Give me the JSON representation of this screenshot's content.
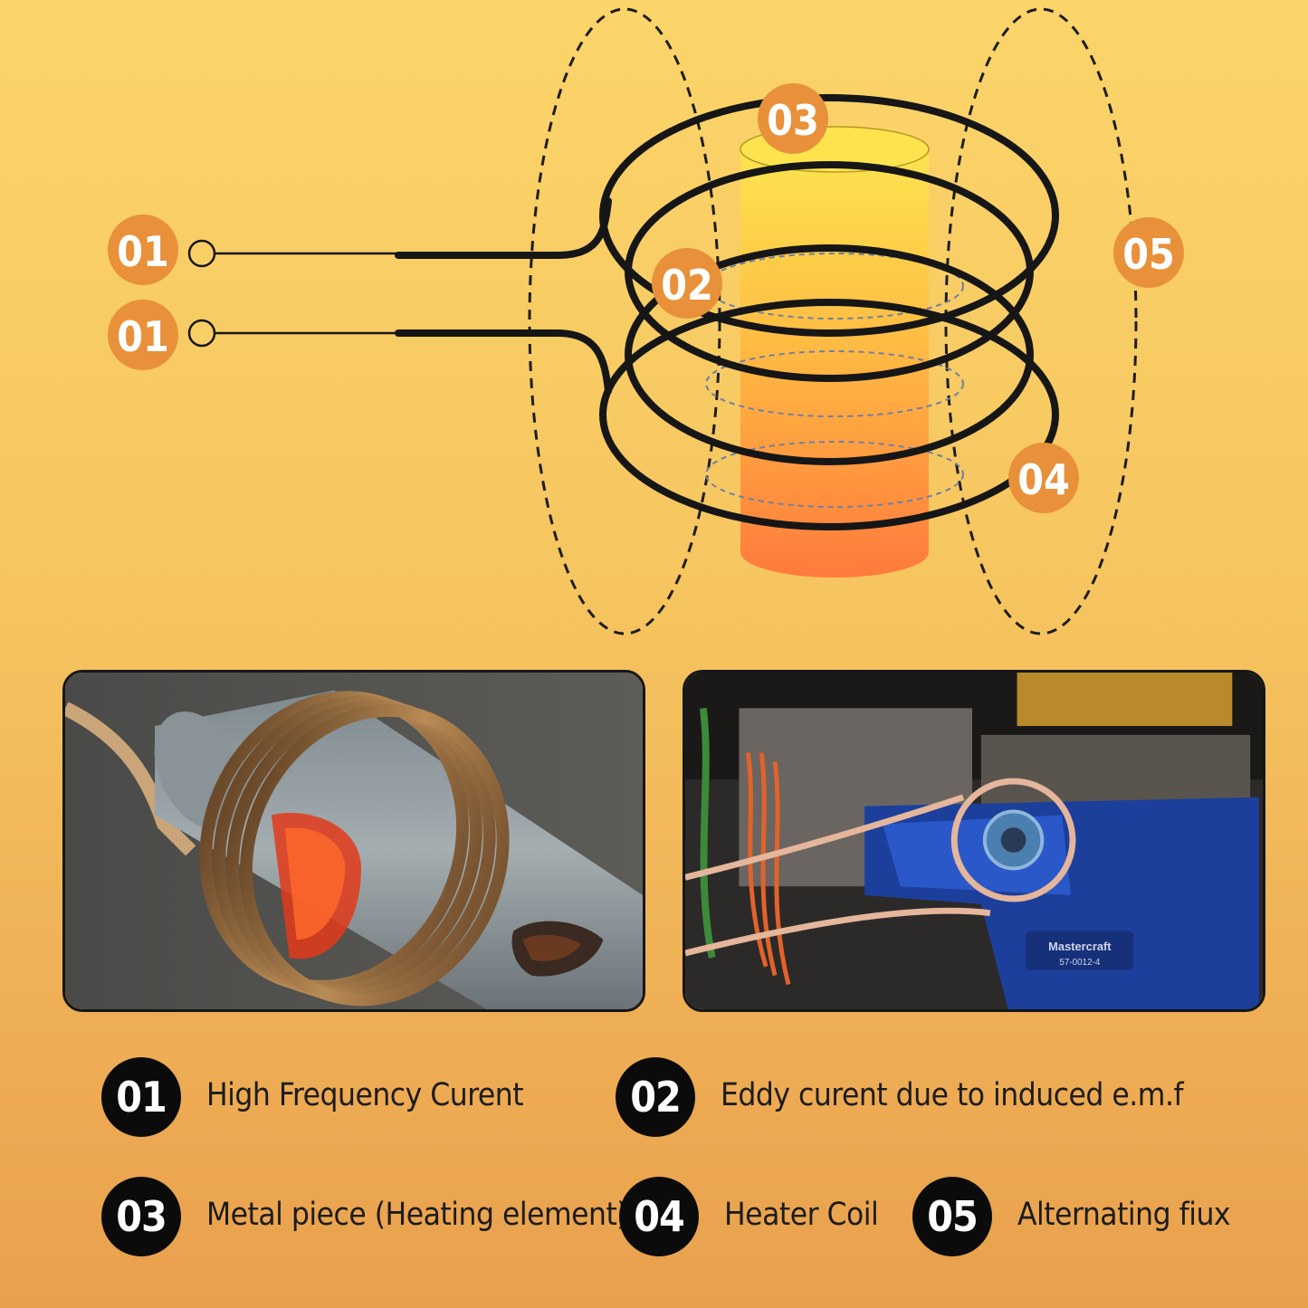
{
  "diagram": {
    "callouts": [
      {
        "id": "terminal_top",
        "label": "01"
      },
      {
        "id": "terminal_bottom",
        "label": "01"
      },
      {
        "id": "eddy",
        "label": "02"
      },
      {
        "id": "metal",
        "label": "03"
      },
      {
        "id": "coil",
        "label": "04"
      },
      {
        "id": "flux",
        "label": "05"
      }
    ],
    "colors": {
      "badge_fill": "#e8913a",
      "coil_stroke": "#161616",
      "flux_stroke": "#1d1d1d",
      "eddy_stroke": "#6f7fa6",
      "metal_top": "#fde44f",
      "metal_bottom": "#ff7a3c"
    }
  },
  "photos": [
    {
      "name": "pipe-heating-photo",
      "description_icon": "induction-coil-on-pipe"
    },
    {
      "name": "vise-coil-photo",
      "description_icon": "induction-coil-in-vise",
      "brand_text": "Mastercraft",
      "model_text": "57-0012-4"
    }
  ],
  "legend": [
    {
      "number": "01",
      "label": "High Frequency Curent"
    },
    {
      "number": "02",
      "label": "Eddy curent due to induced e.m.f"
    },
    {
      "number": "03",
      "label": "Metal piece (Heating element)"
    },
    {
      "number": "04",
      "label": "Heater Coil"
    },
    {
      "number": "05",
      "label": "Alternating fiux"
    }
  ]
}
